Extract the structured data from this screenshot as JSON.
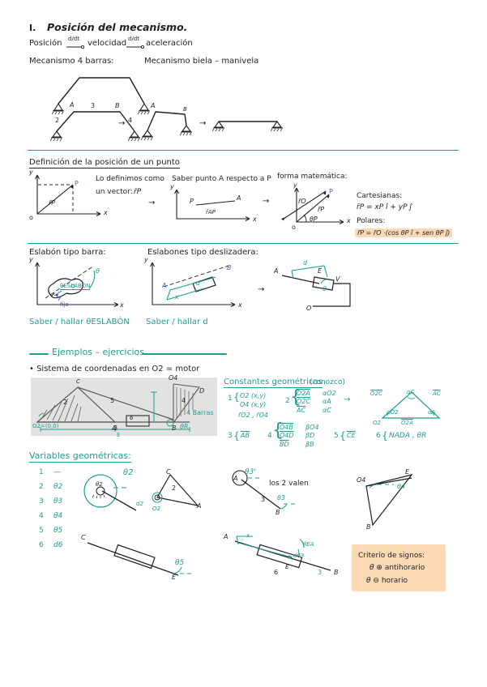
{
  "doc": {
    "section1": {
      "number": "I.",
      "title": "Posición del mecanismo.",
      "chain": {
        "a": "Posición",
        "d1": "d/dt",
        "b": "velocidad",
        "d2": "d/dt",
        "c": "aceleración"
      },
      "mech_left_label": "Mecanismo  4 barras:",
      "mech_right_label": "Mecanismo  biela – manivela",
      "fourbar_labels": {
        "A": "A",
        "B": "B",
        "l2": "2",
        "l3": "3",
        "l4": "4"
      },
      "crank_labels": {
        "A": "A",
        "B": "B"
      },
      "arrow": "→"
    },
    "section2": {
      "heading": "Definición de la posición de un punto",
      "col1": {
        "axis_y": "y",
        "axis_x": "x",
        "origin": "o",
        "point": "P",
        "vector": "r̄P",
        "note1": "Lo definimos como",
        "note2": "un vector:",
        "note2b": "r̄P"
      },
      "col2": {
        "title": "Saber punto A respecto a P",
        "axis_y": "y",
        "axis_x": "x",
        "P": "P",
        "A": "A",
        "vec": "r̄AP",
        "arrow": "→"
      },
      "col3": {
        "title": "forma matemática:",
        "axis_y": "y",
        "axis_x": "x",
        "origin": "o",
        "P": "P",
        "ro": "r̄O",
        "rp": "r̄P",
        "theta": "θP",
        "cart_label": "Cartesianas:",
        "cart_eq": "r̄P = xP î + yP ĵ",
        "polar_label": "Polares:",
        "polar_eq": "r̄P = r̄O ·(cos θP î + sen θP ĵ)"
      }
    },
    "section3": {
      "left": {
        "title": "Eslabón tipo barra:",
        "axis_y": "y",
        "axis_x": "x",
        "label_eslabon": "θESLABÓN",
        "label_fijo": "fijo",
        "angle": "θ",
        "footer": "Saber / hallar  θESLABÓN"
      },
      "right": {
        "title": "Eslabones tipo deslizadera:",
        "axis_y": "y",
        "axis_x": "x",
        "A": "A",
        "B": "B",
        "d": "d",
        "x": "x",
        "footer": "Saber / hallar  d",
        "arrow": "→",
        "diag": {
          "A": "A",
          "E": "E",
          "V": "V",
          "O": "O",
          "d": "d",
          "theta": "θ"
        }
      }
    },
    "examples": {
      "banner": "Ejemplos – ejercicios",
      "bullet": "• Sistema de coordenadas  en  O2 = motor",
      "diagram": {
        "O2": "O2=(0,0)",
        "O4": "O4",
        "C": "C",
        "A": "A",
        "B": "B",
        "D": "D",
        "E": "E",
        "l2": "2",
        "l3": "3",
        "l4": "4",
        "l5": "5",
        "l6": "6",
        "four_bars": "4 Barras",
        "theta_R": "θR",
        "theta2": "θ2"
      }
    },
    "constants": {
      "heading": "Constantes geométricas",
      "heading_note": "(conozco)",
      "groups": [
        {
          "n": "1",
          "rows": [
            "O2 (x,y)",
            "O4 (x,y)"
          ],
          "extra": "r̄O2 ,  r̄O4"
        },
        {
          "n": "2",
          "rows": [
            "O2A",
            "O2C",
            "AC"
          ],
          "angles": [
            "αO2",
            "αA",
            "αC"
          ]
        },
        {
          "n": "3",
          "rows": [
            "AB"
          ]
        },
        {
          "n": "4",
          "rows": [
            "O4B",
            "O4D",
            "BD"
          ],
          "angles": [
            "βO4",
            "βD",
            "βB"
          ]
        },
        {
          "n": "5",
          "rows": [
            "CE"
          ]
        },
        {
          "n": "6",
          "rows": [
            "NADA ,  θR"
          ]
        }
      ],
      "triangle": {
        "s1": "O2C",
        "s2": "AC",
        "s3": "O2A",
        "a1": "αC",
        "a2": "αO2",
        "a3": "αA",
        "v": "O2"
      },
      "arrow": "→"
    },
    "variables": {
      "heading": "Variables geométricas:",
      "list": [
        {
          "n": "1",
          "v": "—"
        },
        {
          "n": "2",
          "v": "θ2"
        },
        {
          "n": "3",
          "v": "θ3"
        },
        {
          "n": "4",
          "v": "θ4"
        },
        {
          "n": "5",
          "v": "θ5"
        },
        {
          "n": "6",
          "v": "d6"
        }
      ],
      "d2_diagram": {
        "theta2_big": "θ2",
        "theta2": "θ2",
        "d2": "d2",
        "C": "C",
        "A": "A",
        "l2": "2",
        "O": "O2"
      },
      "theta3_diagram": {
        "A": "A",
        "B": "B",
        "l3": "3",
        "theta3p": "θ3'",
        "theta3": "θ3",
        "note": "los 2 valen"
      },
      "theta4_diagram": {
        "B": "B",
        "E": "E",
        "O4": "O4",
        "theta4": "θ4"
      },
      "theta5_diagram": {
        "C": "C",
        "E": "E",
        "theta5": "θ5"
      },
      "d6_diagram": {
        "A": "A",
        "B": "B",
        "E": "E",
        "x": "x",
        "theta_EA": "θEA",
        "d63": "d63",
        "l6": "6",
        "l3": "3"
      }
    },
    "sign_criterion": {
      "title": "Criterio de signos:",
      "line1_theta": "θ",
      "line1_sign": "⊕",
      "line1_text": "antihorario",
      "line2_theta": "θ",
      "line2_sign": "⊖",
      "line2_text": "horario"
    }
  },
  "colors": {
    "teal": "#1f9e8f",
    "ink": "#1f1f28",
    "blue": "#3b5fd0",
    "highlight": "#fbd9b4",
    "grey": "#e2e2e0"
  }
}
